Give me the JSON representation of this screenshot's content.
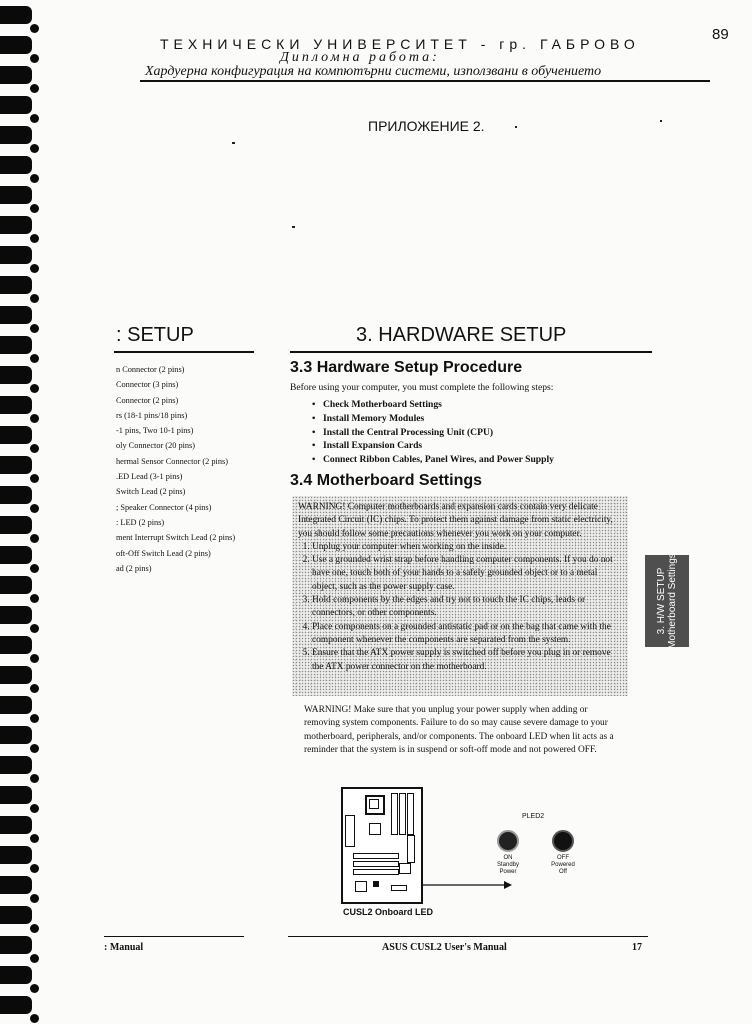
{
  "header": {
    "page_number": "89",
    "university": "ТЕХНИЧЕСКИ УНИВЕРСИТЕТ - гр. ГАБРОВО",
    "thesis": "Дипломна работа:",
    "thesis_title": "Хардуерна конфигурация на компютърни системи, използвани в обучението"
  },
  "appendix_label": "ПРИЛОЖЕНИЕ 2.",
  "left_page": {
    "heading": ": SETUP",
    "items": [
      "n Connector (2 pins)",
      "Connector (3 pins)",
      "Connector (2 pins)",
      "rs (18-1 pins/18 pins)",
      "-1 pins, Two 10-1 pins)",
      "oly Connector (20 pins)",
      "hermal Sensor Connector (2 pins)",
      ".ED Lead (3-1 pins)",
      "Switch Lead (2 pins)",
      "; Speaker Connector (4 pins)",
      ": LED (2 pins)",
      "ment Interrupt Switch Lead (2 pins)",
      "oft-Off Switch Lead (2 pins)",
      "ad (2 pins)"
    ],
    "footer": ": Manual"
  },
  "right_page": {
    "heading": "3. HARDWARE SETUP",
    "section_33": {
      "title": "3.3 Hardware Setup Procedure",
      "intro": "Before using your computer, you must complete the following steps:",
      "steps": [
        "Check Motherboard Settings",
        "Install Memory Modules",
        "Install the Central Processing Unit (CPU)",
        "Install Expansion Cards",
        "Connect Ribbon Cables, Panel Wires, and Power Supply"
      ]
    },
    "section_34": {
      "title": "3.4 Motherboard Settings",
      "warning_intro": "WARNING! Computer motherboards and expansion cards contain very delicate Integrated Circuit (IC) chips. To protect them against damage from static electricity, you should follow some precautions whenever you work on your computer.",
      "precautions": [
        "Unplug your computer when working on the inside.",
        "Use a grounded wrist strap before handling computer components. If you do not have one, touch both of your hands to a safely grounded object or to a metal object, such as the power supply case.",
        "Hold components by the edges and try not to touch the IC chips, leads or connectors, or other components.",
        "Place components on a grounded antistatic pad or on the bag that came with the component whenever the components are separated from the system.",
        "Ensure that the ATX power supply is switched off before you plug in or remove the ATX power connector on the motherboard."
      ],
      "warning_2": "WARNING! Make sure that you unplug your power supply when adding or removing system components. Failure to do so may cause severe damage to your motherboard, peripherals, and/or components. The onboard LED when lit acts as a reminder that the system is in suspend or soft-off mode and not powered OFF."
    },
    "side_tab": {
      "line1": "3. H/W SETUP",
      "line2": "Motherboard Settings"
    },
    "figure": {
      "led_label": "PLED2",
      "on_label": "ON\nStandby\nPower",
      "off_label": "OFF\nPowered\nOff",
      "caption": "CUSL2 Onboard LED"
    },
    "footer_title": "ASUS CUSL2 User's Manual",
    "footer_page": "17"
  }
}
